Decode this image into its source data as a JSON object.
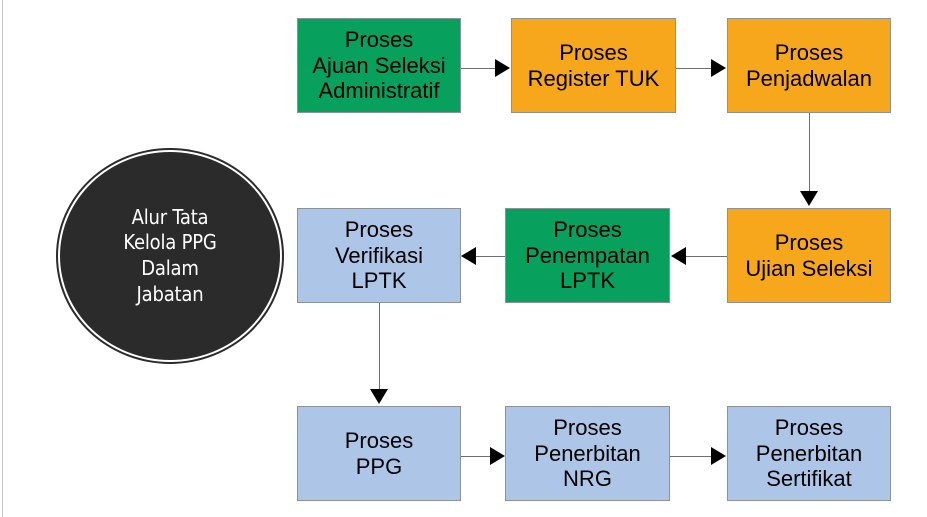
{
  "diagram": {
    "type": "flowchart",
    "title": "Alur Tata Kelola PPG Dalam Jabatan",
    "title_lines": "Alur Tata\nKelola PPG\nDalam\nJabatan",
    "background_color": "#ffffff",
    "colors": {
      "green": "#07a05c",
      "orange": "#f7a71b",
      "blue": "#adc5e7",
      "medallion": "#2b2b2b",
      "medallion_ring": "#ffffff",
      "node_border": "#8c9398",
      "connector": "#6f6f6f",
      "arrowhead": "#000000",
      "text": "#000000",
      "medallion_text": "#ffffff"
    },
    "nodes": [
      {
        "id": "n1",
        "label": "Proses\nAjuan Seleksi\nAdministratif",
        "color": "green",
        "row": 1,
        "col": 1
      },
      {
        "id": "n2",
        "label": "Proses\nRegister TUK",
        "color": "orange",
        "row": 1,
        "col": 2
      },
      {
        "id": "n3",
        "label": "Proses\nPenjadwalan",
        "color": "orange",
        "row": 1,
        "col": 3
      },
      {
        "id": "n4",
        "label": "Proses\nVerifikasi\nLPTK",
        "color": "blue",
        "row": 2,
        "col": 1
      },
      {
        "id": "n5",
        "label": "Proses\nPenempatan\nLPTK",
        "color": "green",
        "row": 2,
        "col": 2
      },
      {
        "id": "n6",
        "label": "Proses\nUjian Seleksi",
        "color": "orange",
        "row": 2,
        "col": 3
      },
      {
        "id": "n7",
        "label": "Proses\nPPG",
        "color": "blue",
        "row": 3,
        "col": 1
      },
      {
        "id": "n8",
        "label": "Proses\nPenerbitan\nNRG",
        "color": "blue",
        "row": 3,
        "col": 2
      },
      {
        "id": "n9",
        "label": "Proses\nPenerbitan\nSertifikat",
        "color": "blue",
        "row": 3,
        "col": 3
      }
    ],
    "edges": [
      {
        "from": "n1",
        "to": "n2",
        "direction": "right"
      },
      {
        "from": "n2",
        "to": "n3",
        "direction": "right"
      },
      {
        "from": "n3",
        "to": "n6",
        "direction": "down"
      },
      {
        "from": "n6",
        "to": "n5",
        "direction": "left"
      },
      {
        "from": "n5",
        "to": "n4",
        "direction": "left"
      },
      {
        "from": "n4",
        "to": "n7",
        "direction": "down"
      },
      {
        "from": "n7",
        "to": "n8",
        "direction": "right"
      },
      {
        "from": "n8",
        "to": "n9",
        "direction": "right"
      }
    ]
  }
}
